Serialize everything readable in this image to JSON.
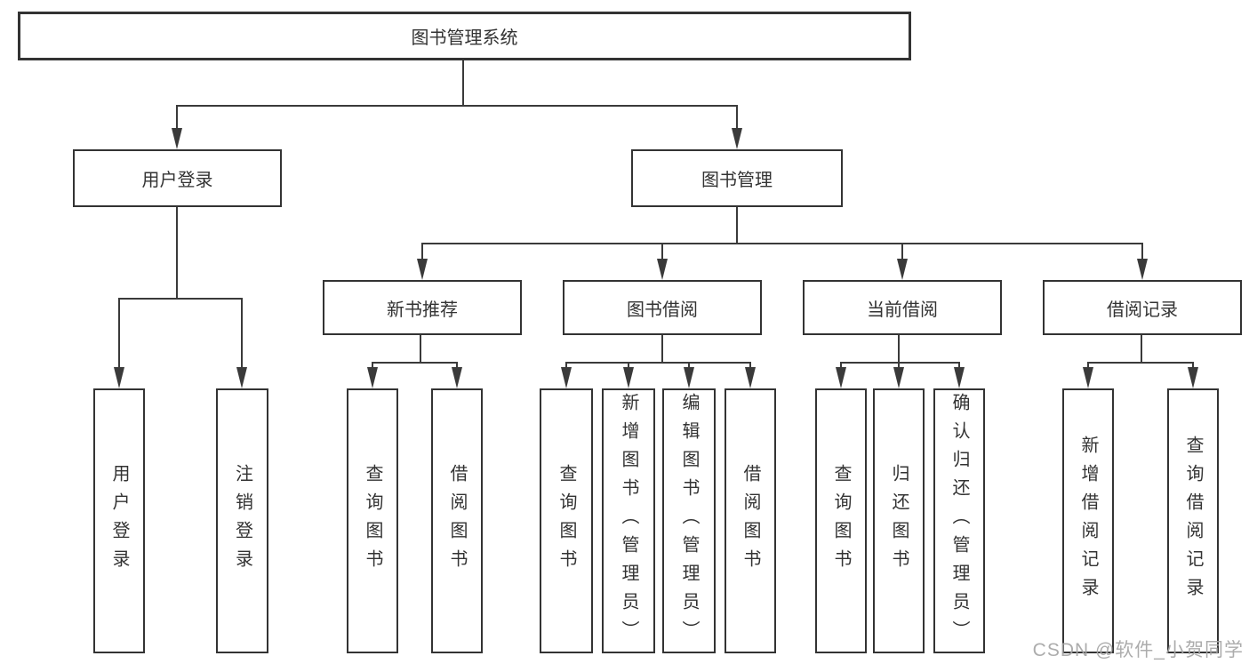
{
  "tree": {
    "root": {
      "label": "图书管理系统"
    },
    "branches": [
      {
        "label": "用户登录",
        "children": [
          {
            "label": "用户登录"
          },
          {
            "label": "注销登录"
          }
        ]
      },
      {
        "label": "图书管理",
        "children": [
          {
            "label": "新书推荐",
            "children": [
              {
                "label": "查询图书"
              },
              {
                "label": "借阅图书"
              }
            ]
          },
          {
            "label": "图书借阅",
            "children": [
              {
                "label": "查询图书"
              },
              {
                "label": "新增图书（管理员）"
              },
              {
                "label": "编辑图书（管理员）"
              },
              {
                "label": "借阅图书"
              }
            ]
          },
          {
            "label": "当前借阅",
            "children": [
              {
                "label": "查询图书"
              },
              {
                "label": "归还图书"
              },
              {
                "label": "确认归还（管理员）"
              }
            ]
          },
          {
            "label": "借阅记录",
            "children": [
              {
                "label": "新增借阅记录"
              },
              {
                "label": "查询借阅记录"
              }
            ]
          }
        ]
      }
    ]
  },
  "watermark": {
    "text": "CSDN @软件_小贺同学"
  },
  "colors": {
    "line": "#3a3a3a",
    "border": "#333333",
    "text": "#333333",
    "background": "#ffffff",
    "watermark": "#a5a5a5"
  }
}
